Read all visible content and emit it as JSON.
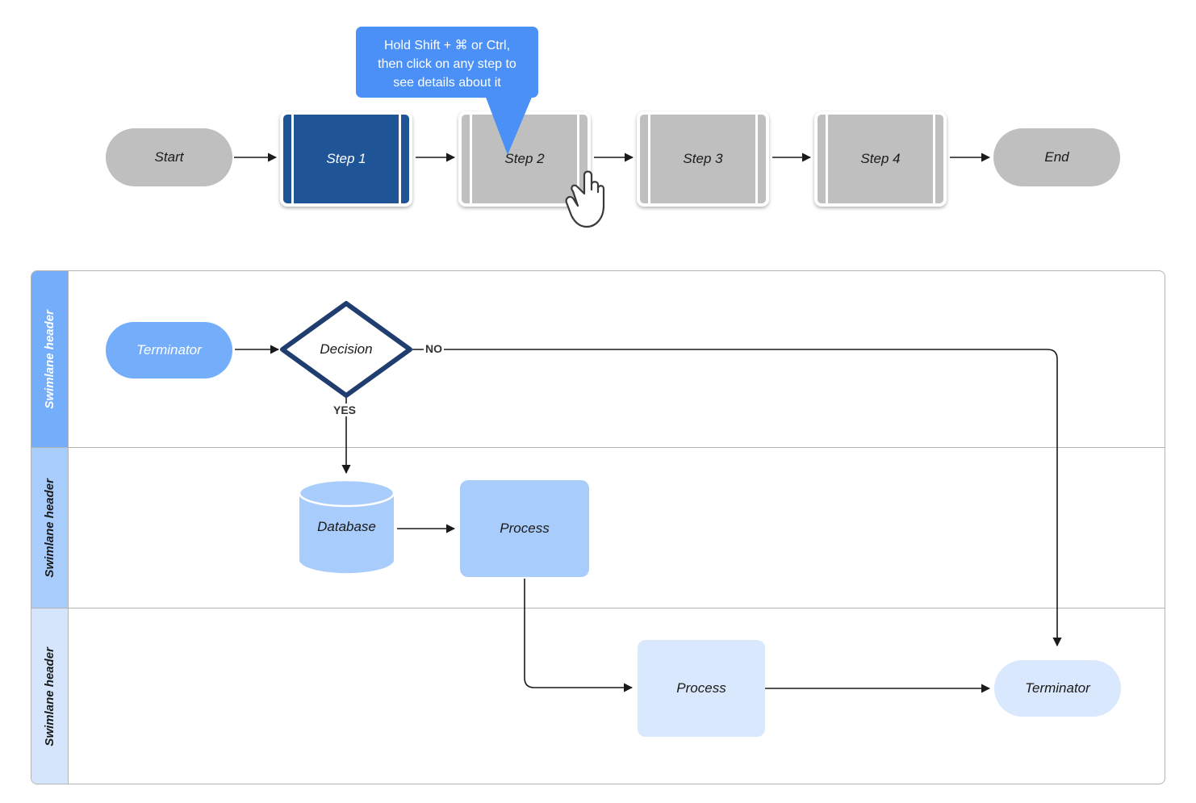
{
  "tooltip": {
    "line1": "Hold Shift + ⌘ or Ctrl,",
    "line2": "then click on any step to",
    "line3": "see details about it"
  },
  "top_flow": {
    "nodes": [
      {
        "id": "start",
        "label": "Start",
        "type": "terminator",
        "state": "default"
      },
      {
        "id": "step1",
        "label": "Step 1",
        "type": "predefined-process",
        "state": "selected"
      },
      {
        "id": "step2",
        "label": "Step 2",
        "type": "predefined-process",
        "state": "hovered"
      },
      {
        "id": "step3",
        "label": "Step 3",
        "type": "predefined-process",
        "state": "default"
      },
      {
        "id": "step4",
        "label": "Step 4",
        "type": "predefined-process",
        "state": "default"
      },
      {
        "id": "end",
        "label": "End",
        "type": "terminator",
        "state": "default"
      }
    ],
    "cursor_icon": "pointing-hand-cursor"
  },
  "swimlanes": {
    "lanes": [
      {
        "id": "lane1",
        "header": "Swimlane header",
        "header_color": "#74aefa",
        "header_text_color": "#ffffff"
      },
      {
        "id": "lane2",
        "header": "Swimlane header",
        "header_color": "#a8ccfb",
        "header_text_color": "#1a1a1a"
      },
      {
        "id": "lane3",
        "header": "Swimlane header",
        "header_color": "#d4e5fc",
        "header_text_color": "#1a1a1a"
      }
    ],
    "shapes": [
      {
        "id": "terminator-1",
        "label": "Terminator",
        "type": "terminator",
        "lane": "lane1",
        "fill": "#74aefa",
        "text_color": "#ffffff"
      },
      {
        "id": "decision-1",
        "label": "Decision",
        "type": "decision",
        "lane": "lane1",
        "fill": "#ffffff",
        "stroke": "#1f3d6e",
        "text_color": "#1a1a1a"
      },
      {
        "id": "database-1",
        "label": "Database",
        "type": "database",
        "lane": "lane2",
        "fill": "#a8ccfb",
        "text_color": "#1a1a1a"
      },
      {
        "id": "process-1",
        "label": "Process",
        "type": "process",
        "lane": "lane2",
        "fill": "#a8ccfb",
        "text_color": "#1a1a1a"
      },
      {
        "id": "process-2",
        "label": "Process",
        "type": "process",
        "lane": "lane3",
        "fill": "#d9e8fd",
        "text_color": "#1a1a1a"
      },
      {
        "id": "terminator-2",
        "label": "Terminator",
        "type": "terminator",
        "lane": "lane3",
        "fill": "#d9e8fd",
        "text_color": "#1a1a1a"
      }
    ],
    "edge_labels": {
      "yes": "YES",
      "no": "NO"
    }
  },
  "colors": {
    "selected_step": "#1f5597",
    "default_step": "#bfbfbf",
    "tooltip_bg": "#4a90f7",
    "decision_stroke": "#1f3d6e",
    "connector": "#1a1a1a",
    "lane_border": "#b3b3b3"
  }
}
